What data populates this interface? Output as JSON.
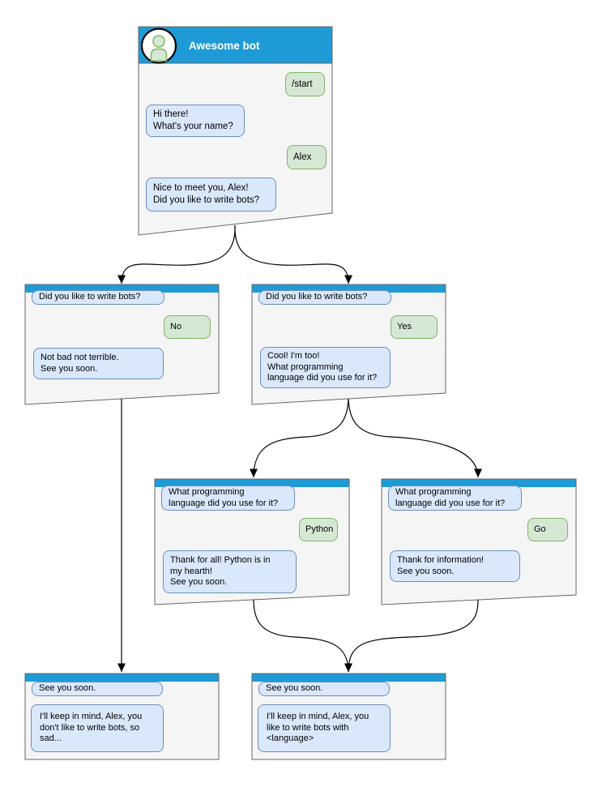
{
  "diagram_type": "chat-bot conversation flow",
  "colors": {
    "header_blue": "#1E9BD7",
    "window_fill": "#F5F5F5",
    "window_border": "#666666",
    "bot_bubble_fill": "#DAE8FC",
    "bot_bubble_border": "#6C8EBF",
    "user_bubble_fill": "#D5E8D4",
    "user_bubble_border": "#82B366",
    "connector": "#000000",
    "title_text": "#FFFFFF"
  },
  "icons": {
    "bot_avatar": "person-icon"
  },
  "main_window": {
    "title": "Awesome bot",
    "messages": [
      {
        "from": "user",
        "text": "/start"
      },
      {
        "from": "bot",
        "text": "Hi there!\nWhat's your name?"
      },
      {
        "from": "user",
        "text": "Alex"
      },
      {
        "from": "bot",
        "text": "Nice to meet you, Alex!\nDid you like to write bots?"
      }
    ]
  },
  "branch_no_window": {
    "messages": [
      {
        "from": "bot",
        "text": "Did you like to write bots?"
      },
      {
        "from": "user",
        "text": "No"
      },
      {
        "from": "bot",
        "text": "Not bad not terrible.\nSee you soon."
      }
    ]
  },
  "branch_yes_window": {
    "messages": [
      {
        "from": "bot",
        "text": "Did you like to write bots?"
      },
      {
        "from": "user",
        "text": "Yes"
      },
      {
        "from": "bot",
        "text": "Cool! I'm too!\nWhat programming\nlanguage did you use for it?"
      }
    ]
  },
  "python_window": {
    "messages": [
      {
        "from": "bot",
        "text": "What programming\nlanguage did you use for it?"
      },
      {
        "from": "user",
        "text": "Python"
      },
      {
        "from": "bot",
        "text": "Thank for all! Python is in\nmy hearth!\nSee you soon."
      }
    ]
  },
  "go_window": {
    "messages": [
      {
        "from": "bot",
        "text": "What programming\nlanguage did you use for it?"
      },
      {
        "from": "user",
        "text": "Go"
      },
      {
        "from": "bot",
        "text": "Thank for information!\nSee you soon."
      }
    ]
  },
  "end_no_window": {
    "messages": [
      {
        "from": "bot",
        "text": "See you soon."
      },
      {
        "from": "bot",
        "text": "I'll keep in mind, Alex, you\ndon't like to write bots, so\nsad..."
      }
    ]
  },
  "end_yes_window": {
    "messages": [
      {
        "from": "bot",
        "text": "See you soon."
      },
      {
        "from": "bot",
        "text": "I'll keep in mind, Alex, you\nlike to write bots with\n<language>"
      }
    ]
  },
  "connections": [
    {
      "from": "main_window",
      "to": "branch_no_window"
    },
    {
      "from": "main_window",
      "to": "branch_yes_window"
    },
    {
      "from": "branch_no_window",
      "to": "end_no_window"
    },
    {
      "from": "branch_yes_window",
      "to": "python_window"
    },
    {
      "from": "branch_yes_window",
      "to": "go_window"
    },
    {
      "from": "python_window",
      "to": "end_yes_window"
    },
    {
      "from": "go_window",
      "to": "end_yes_window"
    }
  ]
}
